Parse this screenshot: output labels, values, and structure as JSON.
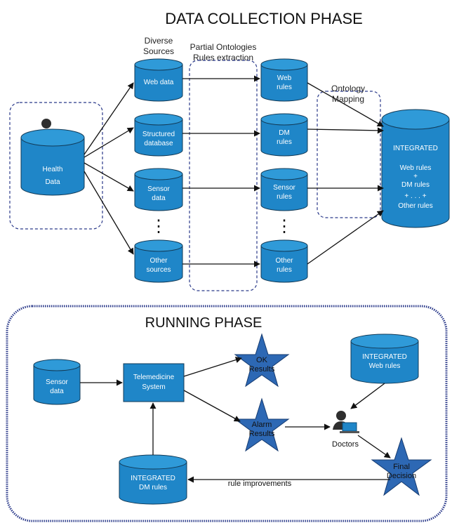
{
  "collection_phase": {
    "title": "DATA COLLECTION PHASE",
    "label_diverse_sources": [
      "Diverse",
      "Sources"
    ],
    "label_partial_ontologies": [
      "Partial Ontologies",
      "Rules extraction"
    ],
    "label_ontology_mapping": [
      "Ontology",
      "Mapping"
    ],
    "health_data": [
      "Health",
      "Data"
    ],
    "sources": [
      [
        "Web data"
      ],
      [
        "Structured",
        "database"
      ],
      [
        "Sensor",
        "data"
      ],
      [
        "Other",
        "sources"
      ]
    ],
    "rules": [
      [
        "Web",
        "rules"
      ],
      [
        "DM",
        "rules"
      ],
      [
        "Sensor",
        "rules"
      ],
      [
        "Other",
        "rules"
      ]
    ],
    "integrated": {
      "title": "INTEGRATED",
      "lines": [
        "Web rules",
        "+",
        "DM rules",
        "+ . . . +",
        "Other rules"
      ]
    },
    "ellipsis": "⋮"
  },
  "running_phase": {
    "title": "RUNNING PHASE",
    "sensor_data": [
      "Sensor",
      "data"
    ],
    "telemedicine": [
      "Telemedicine",
      "System"
    ],
    "ok_results": [
      "OK",
      "Results"
    ],
    "alarm_results": [
      "Alarm",
      "Results"
    ],
    "integrated_web": [
      "INTEGRATED",
      "Web rules"
    ],
    "integrated_dm": [
      "INTEGRATED",
      "DM rules"
    ],
    "doctors": "Doctors",
    "final_decision": [
      "Final",
      "Decision"
    ],
    "rule_improvements": "rule improvements"
  },
  "colors": {
    "node_fill": "#1f86c8",
    "star_fill": "#2d68b4",
    "dash_border": "#2b3a8a"
  },
  "icons": [
    "person-at-laptop-icon"
  ]
}
